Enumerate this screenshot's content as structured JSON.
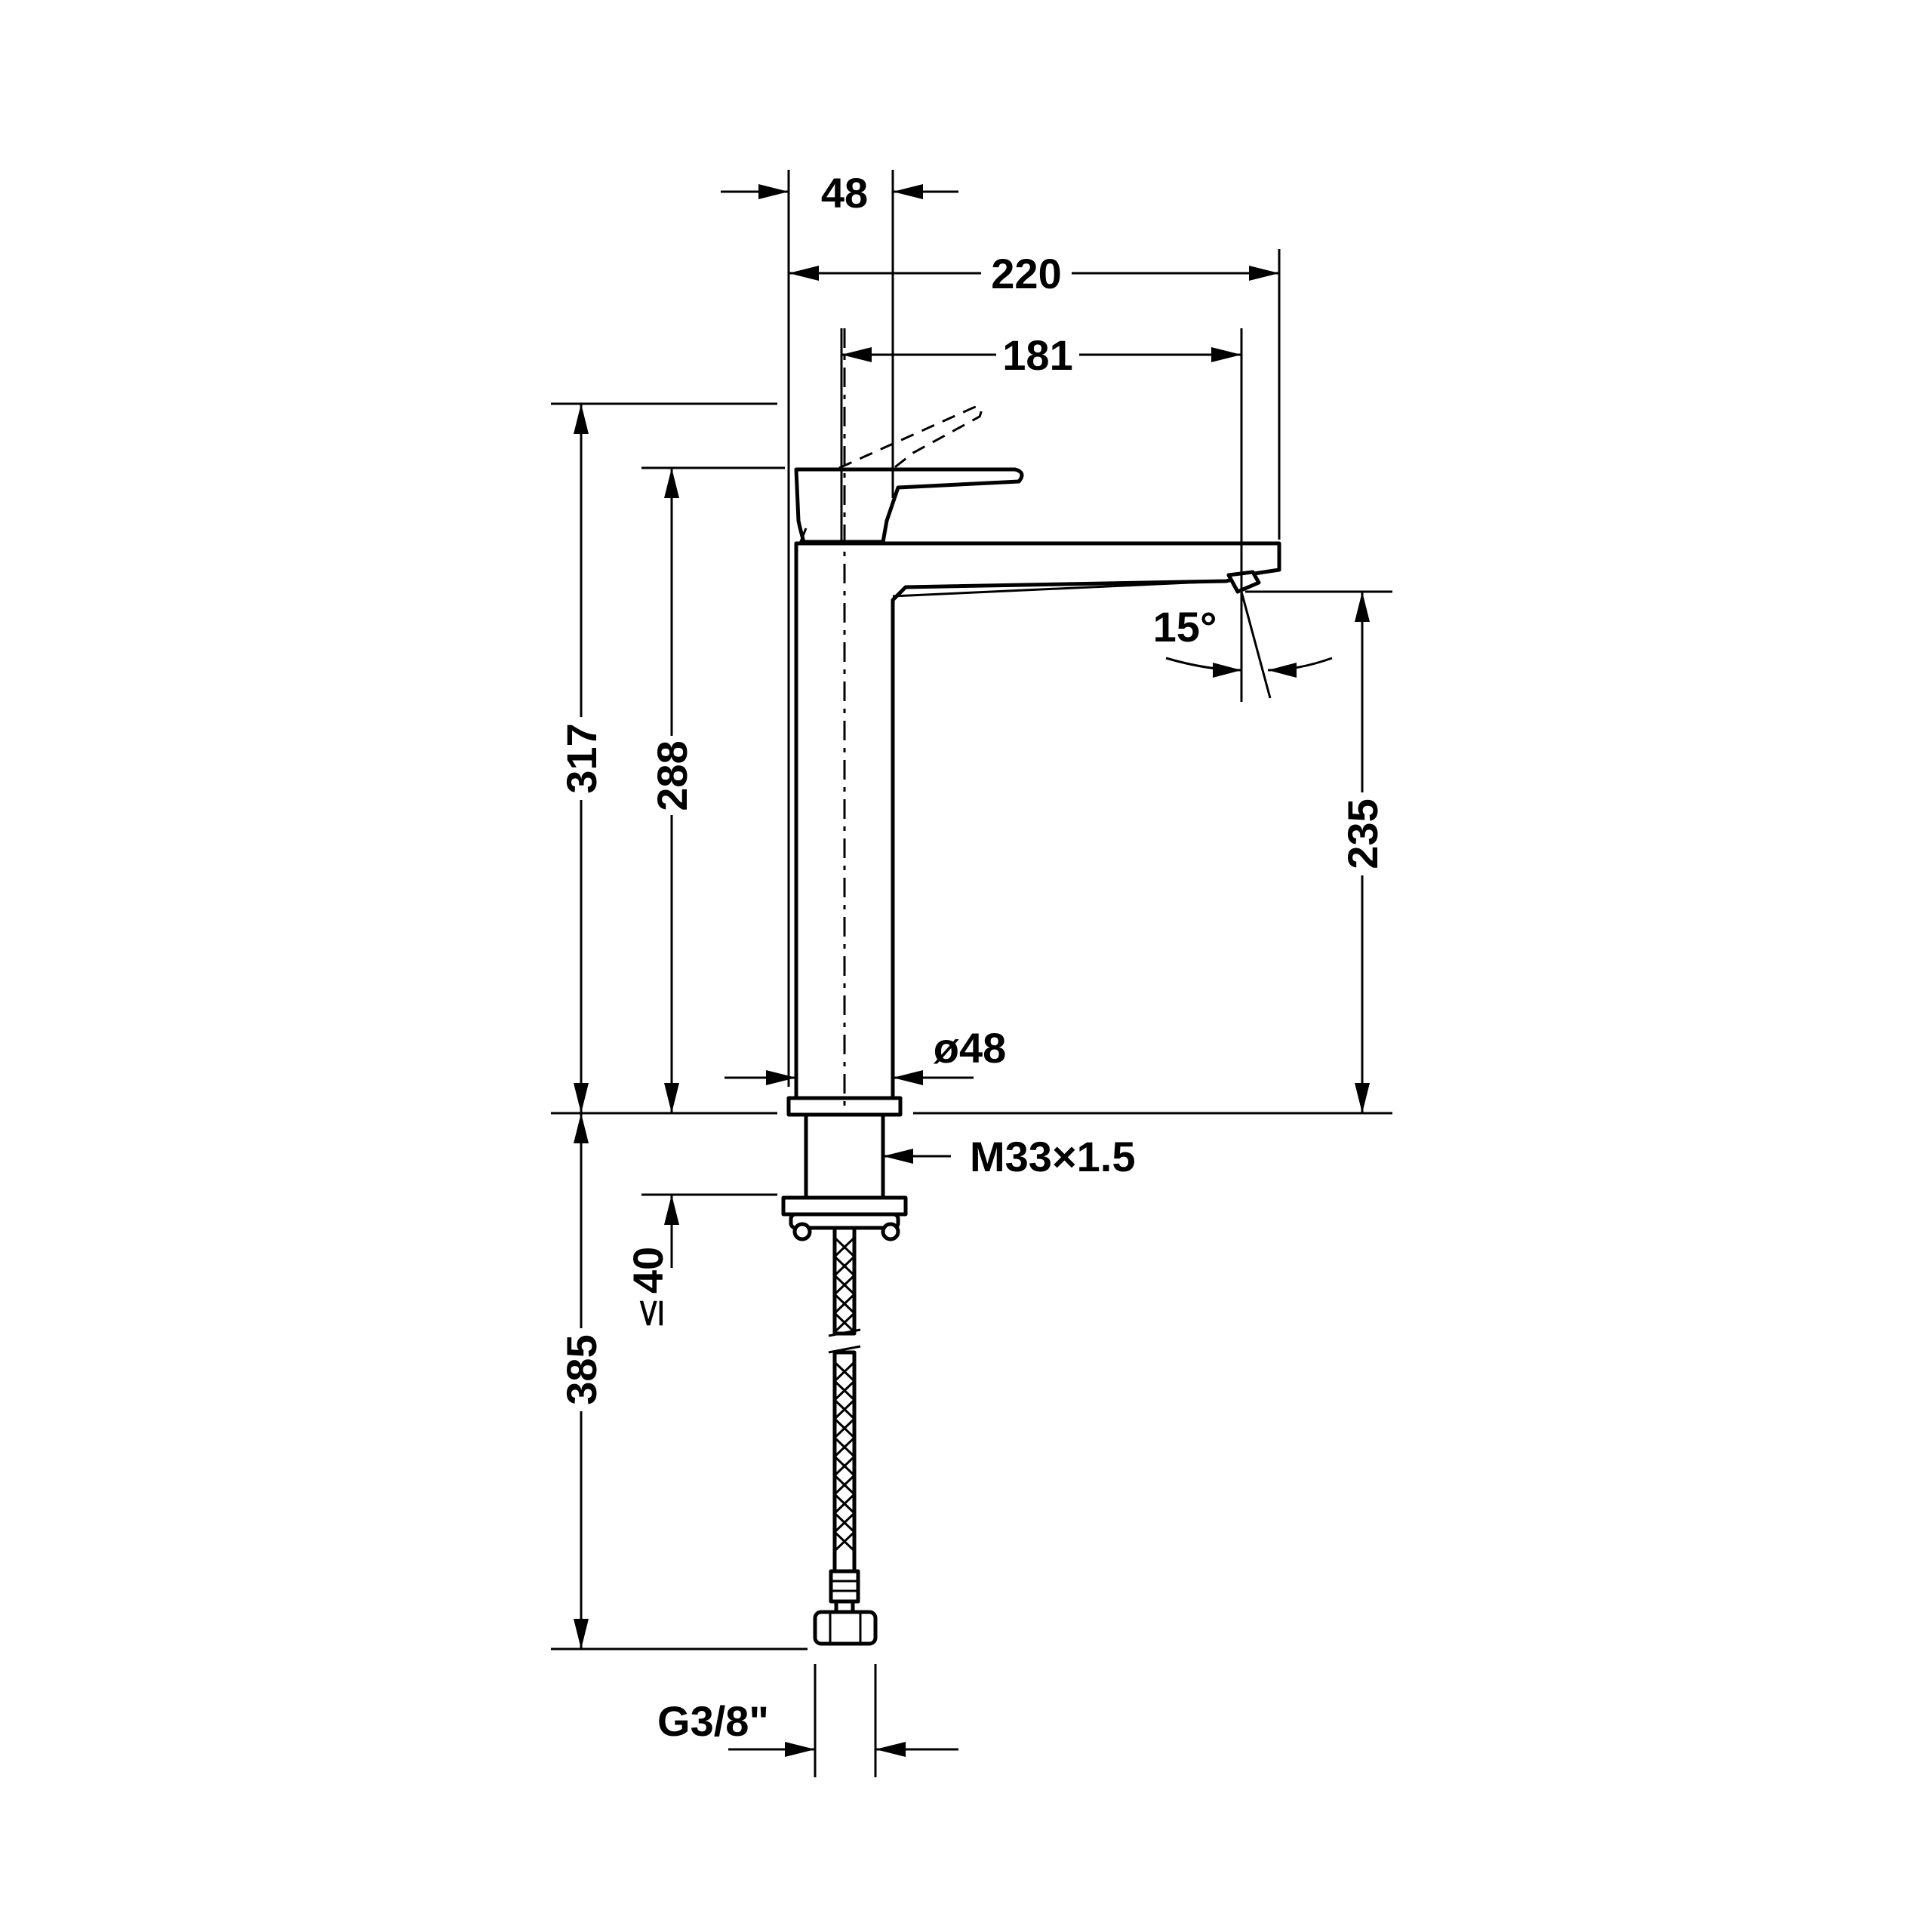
{
  "dimensions": {
    "lever_width": "48",
    "overall_reach": "220",
    "spout_reach": "181",
    "total_height_raised_lever": "317",
    "total_height": "288",
    "spout_outlet_height": "235",
    "spray_angle": "15°",
    "body_diameter": "ø48",
    "mounting_thread": "M33×1.5",
    "max_deck_thickness": "40",
    "max_deck_thickness_symbol": "≤",
    "hose_length": "385",
    "hose_connection": "G3/8\""
  }
}
